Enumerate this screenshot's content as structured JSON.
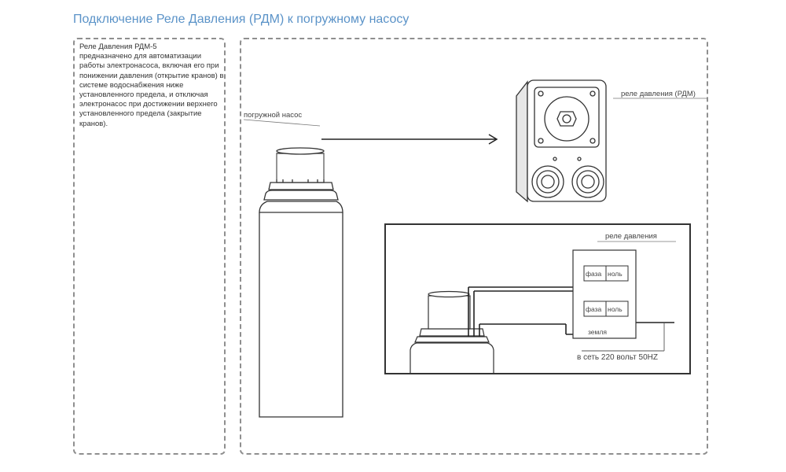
{
  "title": "Подключение Реле Давления (РДМ) к погружному насосу",
  "description": "Реле Давления РДМ-5\nпредназначено для автоматизации работы электронасоса, включая его при понижении давления (открытие кранов) в системе водоснабжения ниже установленного предела, и отключая электронасос при достижении верхнего установленного предела (закрытие кранов).",
  "labels": {
    "pump": "погружной насос",
    "relay_rdm": "реле давления (РДМ)",
    "relay": "реле давления",
    "phase_top": "фаза",
    "zero_top": "ноль",
    "phase_bottom": "фаза",
    "zero_bottom": "ноль",
    "ground": "земля",
    "network": "в сеть 220 вольт 50HZ"
  }
}
